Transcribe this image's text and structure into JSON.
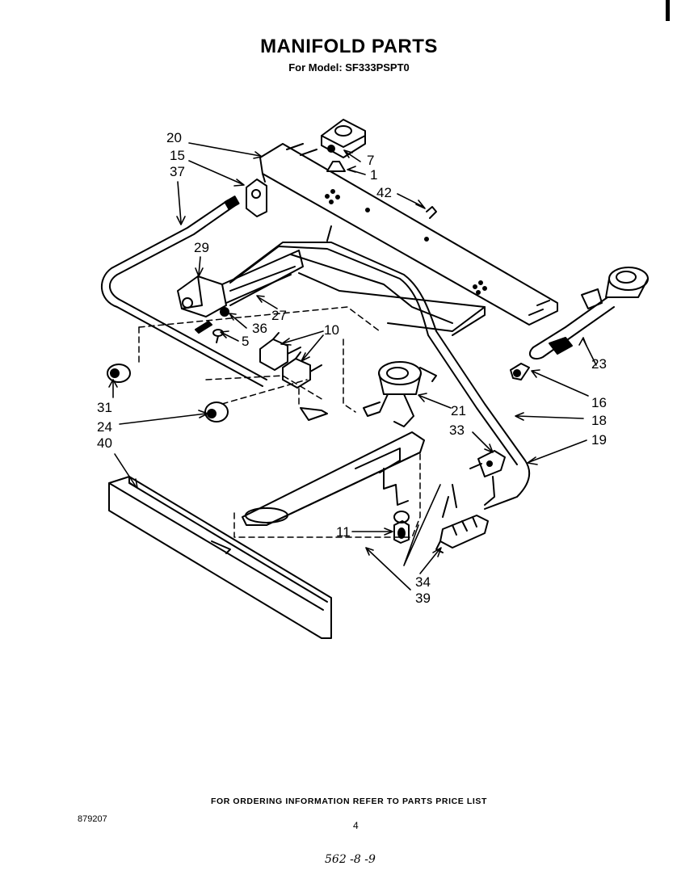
{
  "header": {
    "title": "MANIFOLD PARTS",
    "subtitle": "For Model: SF333PSPT0"
  },
  "callouts": {
    "c20": "20",
    "c15": "15",
    "c37": "37",
    "c7": "7",
    "c1": "1",
    "c42": "42",
    "c29": "29",
    "c27": "27",
    "c36": "36",
    "c5": "5",
    "c10": "10",
    "c31": "31",
    "c24": "24",
    "c40": "40",
    "c21": "21",
    "c23": "23",
    "c16": "16",
    "c18": "18",
    "c33": "33",
    "c19": "19",
    "c11": "11",
    "c34": "34",
    "c39": "39"
  },
  "footer": {
    "ordering_note": "FOR ORDERING INFORMATION REFER TO PARTS PRICE LIST",
    "doc_number": "879207",
    "page_number": "4",
    "handwritten_note": "562 -8 -9"
  }
}
